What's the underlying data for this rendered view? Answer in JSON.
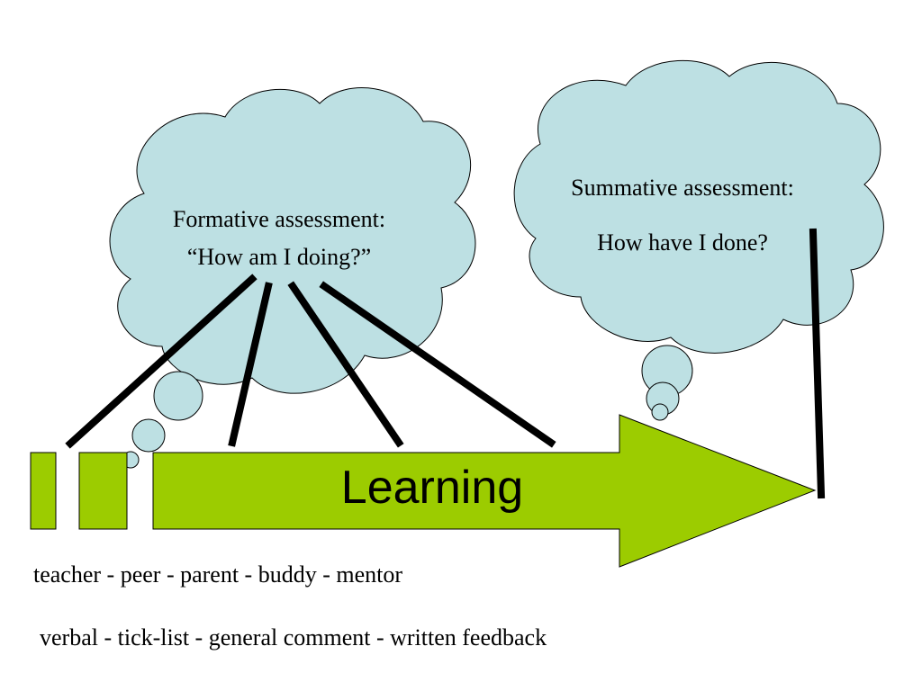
{
  "diagram": {
    "arrow_label": "Learning",
    "formative": {
      "title": "Formative assessment:",
      "question": "“How am I doing?”"
    },
    "summative": {
      "title": "Summative assessment:",
      "question": "How have I done?"
    },
    "feedback_sources": "teacher - peer - parent - buddy - mentor",
    "feedback_types": "verbal - tick-list - general comment - written feedback"
  },
  "colors": {
    "cloud_fill": "#bde0e3",
    "arrow_fill": "#9ccc00",
    "line": "#000000",
    "background": "#ffffff"
  }
}
